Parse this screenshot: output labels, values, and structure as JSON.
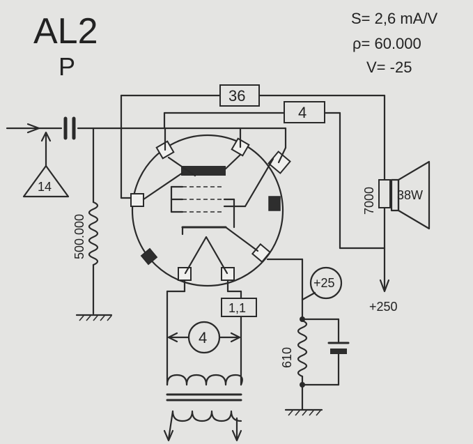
{
  "tube": {
    "name": "AL2",
    "base": "P"
  },
  "specs": {
    "transconductance": "S= 2,6 mA/V",
    "resistance": "ρ= 60.000",
    "bias": "V= -25"
  },
  "labels": {
    "input_triangle": "14",
    "grid_resistor": "500.000",
    "top_box": "36",
    "second_box": "4",
    "transformer_ohms": "7000",
    "speaker": "38W",
    "supply": "+250",
    "bias_circle": "+25",
    "cathode_resistor": "610",
    "filament_box": "1,1",
    "filament_voltage": "4"
  }
}
